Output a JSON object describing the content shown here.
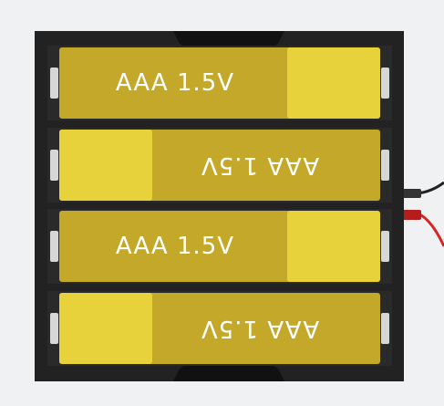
{
  "component": {
    "kind": "battery-holder",
    "cell_count": 4,
    "colors": {
      "background": "#f0f1f3",
      "holder": "#222222",
      "holder_inner": "#2a2a2a",
      "battery_body": "#c4a82a",
      "battery_cap": "#e8d23c",
      "terminal": "#d7d7d7",
      "label": "#ffffff",
      "wire_black": "#222222",
      "wire_red": "#d62525"
    }
  },
  "batteries": [
    {
      "label": "AAA 1.5V",
      "orientation": "normal"
    },
    {
      "label": "AAA 1.5V",
      "orientation": "flipped"
    },
    {
      "label": "AAA 1.5V",
      "orientation": "normal"
    },
    {
      "label": "AAA 1.5V",
      "orientation": "flipped"
    }
  ],
  "wires": [
    {
      "name": "negative",
      "color": "#222222"
    },
    {
      "name": "positive",
      "color": "#d62525"
    }
  ]
}
